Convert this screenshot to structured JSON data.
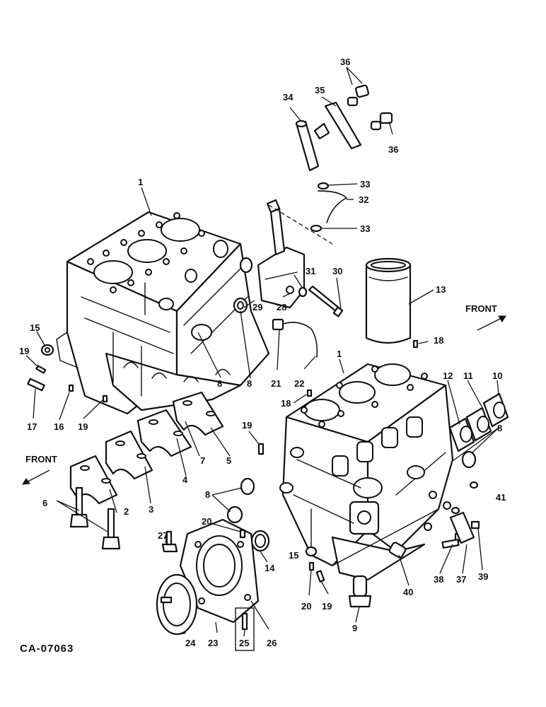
{
  "drawing_code": "CA-07063",
  "front_labels": [
    "FRONT",
    "FRONT"
  ],
  "callouts": [
    "1",
    "1",
    "2",
    "3",
    "4",
    "5",
    "6",
    "7",
    "8",
    "8",
    "8",
    "8",
    "9",
    "10",
    "11",
    "12",
    "13",
    "14",
    "15",
    "15",
    "16",
    "17",
    "18",
    "18",
    "19",
    "19",
    "19",
    "19",
    "20",
    "20",
    "21",
    "22",
    "23",
    "24",
    "25",
    "26",
    "27",
    "28",
    "29",
    "30",
    "31",
    "32",
    "33",
    "33",
    "34",
    "35",
    "36",
    "36",
    "37",
    "38",
    "39",
    "40",
    "41"
  ]
}
